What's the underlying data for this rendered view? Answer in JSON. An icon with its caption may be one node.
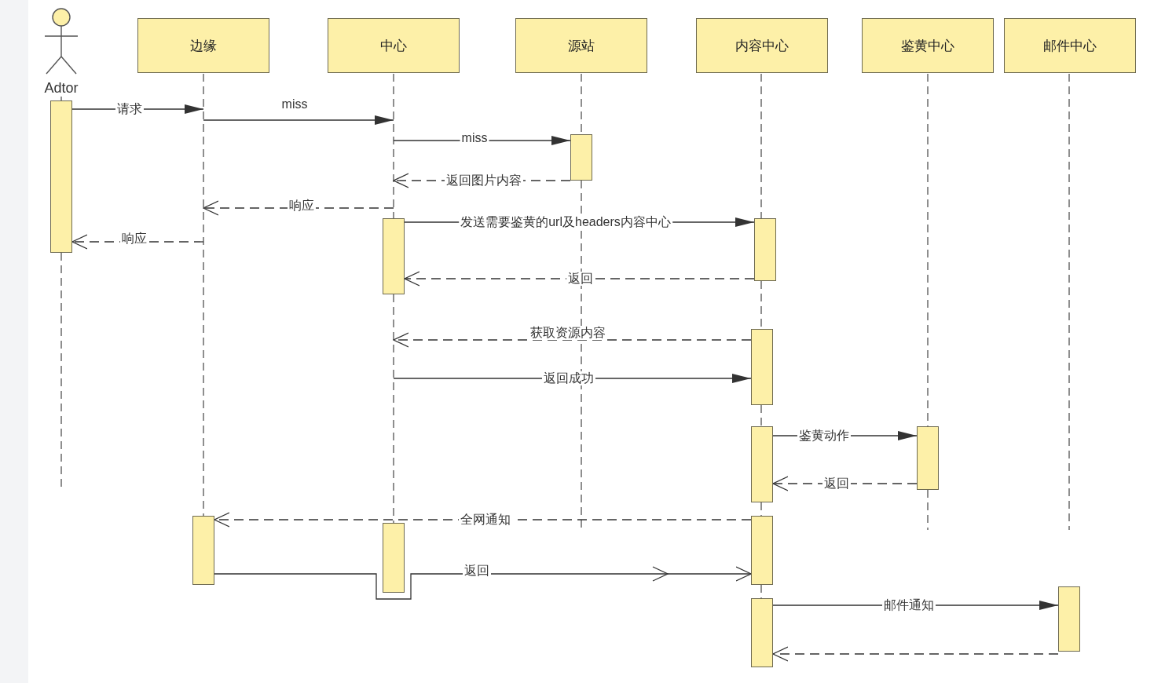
{
  "diagram": {
    "nodes": [
      {
        "text": [
          "Adtor"
        ]
      },
      {
        "text": [
          "边缘"
        ]
      },
      {
        "text": [
          "中心"
        ]
      },
      {
        "text": [
          "源站"
        ]
      },
      {
        "text": [
          "内容中心"
        ]
      },
      {
        "text": [
          "鉴黄中心"
        ]
      },
      {
        "text": [
          "邮件中心"
        ]
      },
      {
        "text": [],
        "shape": "line"
      },
      {
        "text": [],
        "shape": "line"
      },
      {
        "text": [],
        "shape": "line"
      },
      {
        "text": [],
        "shape": "line"
      },
      {
        "text": [],
        "shape": "line"
      },
      {
        "text": [],
        "shape": "line"
      },
      {
        "text": [],
        "shape": "line"
      },
      {
        "text": [],
        "shape": "bar"
      },
      {
        "text": [],
        "shape": "bar"
      },
      {
        "text": [],
        "shape": "bar"
      },
      {
        "text": [],
        "shape": "bar"
      },
      {
        "text": [],
        "shape": "bar"
      },
      {
        "text": [],
        "shape": "bar"
      },
      {
        "text": [],
        "shape": "bar"
      },
      {
        "text": [],
        "shape": "bar"
      },
      {
        "text": [],
        "shape": "bar"
      },
      {
        "text": [],
        "shape": "bar"
      },
      {
        "text": [],
        "shape": "bar"
      },
      {
        "text": [],
        "shape": "bar"
      }
    ],
    "edges": [
      {
        "from": 14,
        "to": 8,
        "arrow": "to",
        "label": "请求"
      },
      {
        "from": 8,
        "to": 9,
        "arrow": "to",
        "label": "miss"
      },
      {
        "from": 9,
        "to": 15,
        "arrow": "to",
        "label": "miss"
      },
      {
        "from": 15,
        "to": 9,
        "arrow": "to",
        "label": "返回图片内容",
        "style": "dashed"
      },
      {
        "from": 9,
        "to": 8,
        "arrow": "to",
        "label": "响应",
        "style": "dashed"
      },
      {
        "from": 8,
        "to": 14,
        "arrow": "to",
        "label": "响应",
        "style": "dashed"
      },
      {
        "from": 16,
        "to": 17,
        "arrow": "to",
        "label": "发送需要鉴黄的url及headers内容中心"
      },
      {
        "from": 17,
        "to": 16,
        "arrow": "to",
        "label": "返回",
        "style": "dashed"
      },
      {
        "from": 18,
        "to": 9,
        "arrow": "to",
        "label": "获取资源内容",
        "style": "dashed"
      },
      {
        "from": 9,
        "to": 18,
        "arrow": "to",
        "label": "返回成功"
      },
      {
        "from": 19,
        "to": 20,
        "arrow": "to",
        "label": "鉴黄动作"
      },
      {
        "from": 20,
        "to": 19,
        "arrow": "to",
        "label": "返回",
        "style": "dashed"
      },
      {
        "from": 22,
        "to": 21,
        "arrow": "to",
        "label": "全网通知",
        "style": "dashed"
      },
      {
        "from": 21,
        "to": 22,
        "arrow": "to",
        "label": "返回"
      },
      {
        "from": 25,
        "to": 24,
        "arrow": "to",
        "label": "邮件通知"
      },
      {
        "from": 24,
        "to": 25,
        "arrow": "to",
        "style": "dashed"
      }
    ]
  }
}
